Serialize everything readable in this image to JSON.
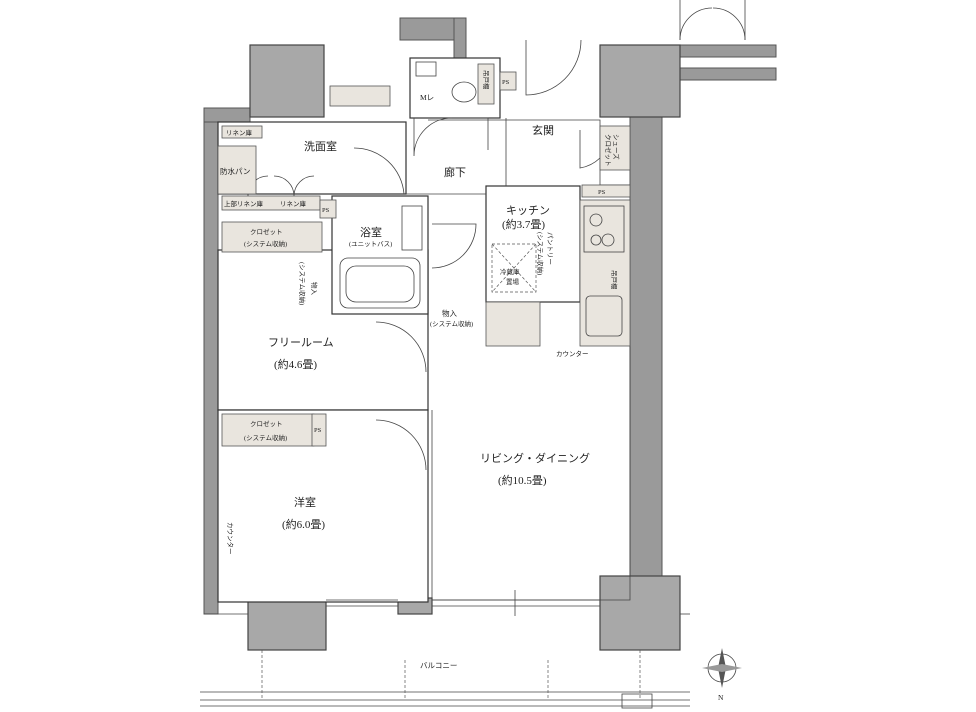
{
  "rooms": {
    "wash": "洗面室",
    "hall": "廊下",
    "entrance": "玄関",
    "bath": "浴室",
    "bath_sub": "(ユニットバス)",
    "kitchen": "キッチン",
    "kitchen_size": "(約3.7畳)",
    "free_room": "フリールーム",
    "free_room_size": "(約4.6畳)",
    "living": "リビング・ダイニング",
    "living_size": "(約10.5畳)",
    "western": "洋室",
    "western_size": "(約6.0畳)",
    "balcony": "バルコニー"
  },
  "fixtures": {
    "linen1": "リネン庫",
    "pan": "防水パン",
    "upper_linen": "上部リネン庫",
    "linen2": "リネン庫",
    "closet1": "クロゼット",
    "closet1_sub": "(システム収納)",
    "storage_v": "物入",
    "storage_v_sub": "(システム収納)",
    "closet2": "クロゼット",
    "closet2_sub": "(システム収納)",
    "shoes": "シューズ",
    "shoes2": "クロゼット",
    "ps": "PS",
    "toilet": "Mレ",
    "hanging": "吊戸棚",
    "pantry": "パントリー",
    "pantry_sub": "(システム収納)",
    "fridge": "冷蔵庫",
    "fridge2": "置場",
    "mono": "物入",
    "mono_sub": "(システム収納)",
    "counter": "カウンター",
    "counter_v": "カウンター",
    "hanging_v": "吊戸棚"
  },
  "compass": "N"
}
